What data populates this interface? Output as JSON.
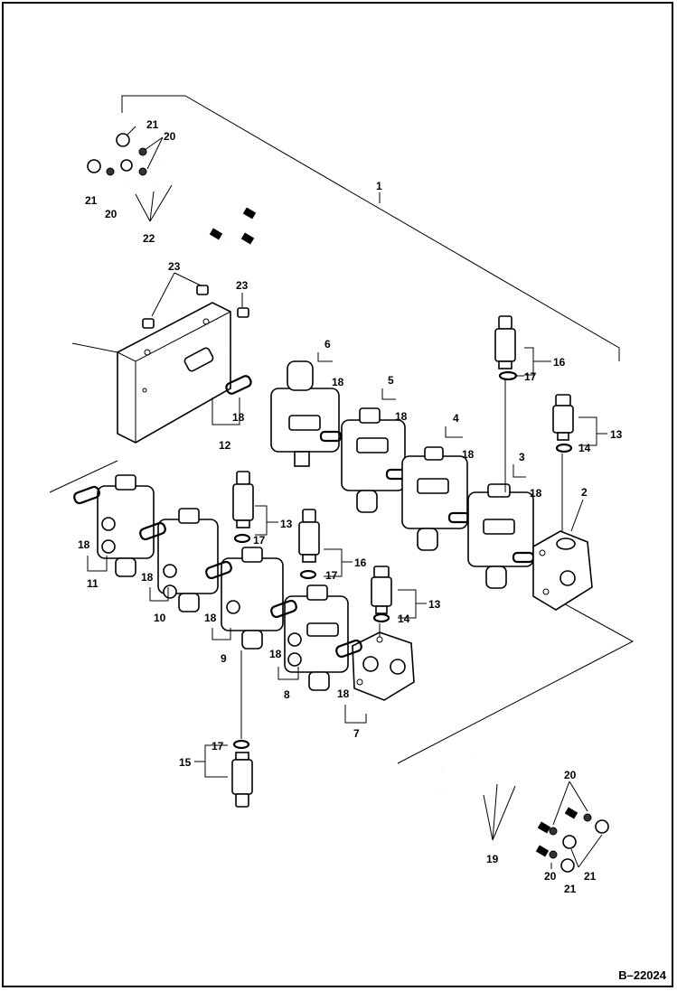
{
  "figure_code": "B–22024",
  "callouts": {
    "c1": "1",
    "c2": "2",
    "c3": "3",
    "c4": "4",
    "c5": "5",
    "c6": "6",
    "c7": "7",
    "c8": "8",
    "c9": "9",
    "c10": "10",
    "c11": "11",
    "c12": "12",
    "c13": "13",
    "c14": "14",
    "c15": "15",
    "c16": "16",
    "c17": "17",
    "c18": "18",
    "c19": "19",
    "c20": "20",
    "c21": "21",
    "c22": "22",
    "c23": "23"
  },
  "colors": {
    "ink": "#000000",
    "paper": "#ffffff"
  }
}
